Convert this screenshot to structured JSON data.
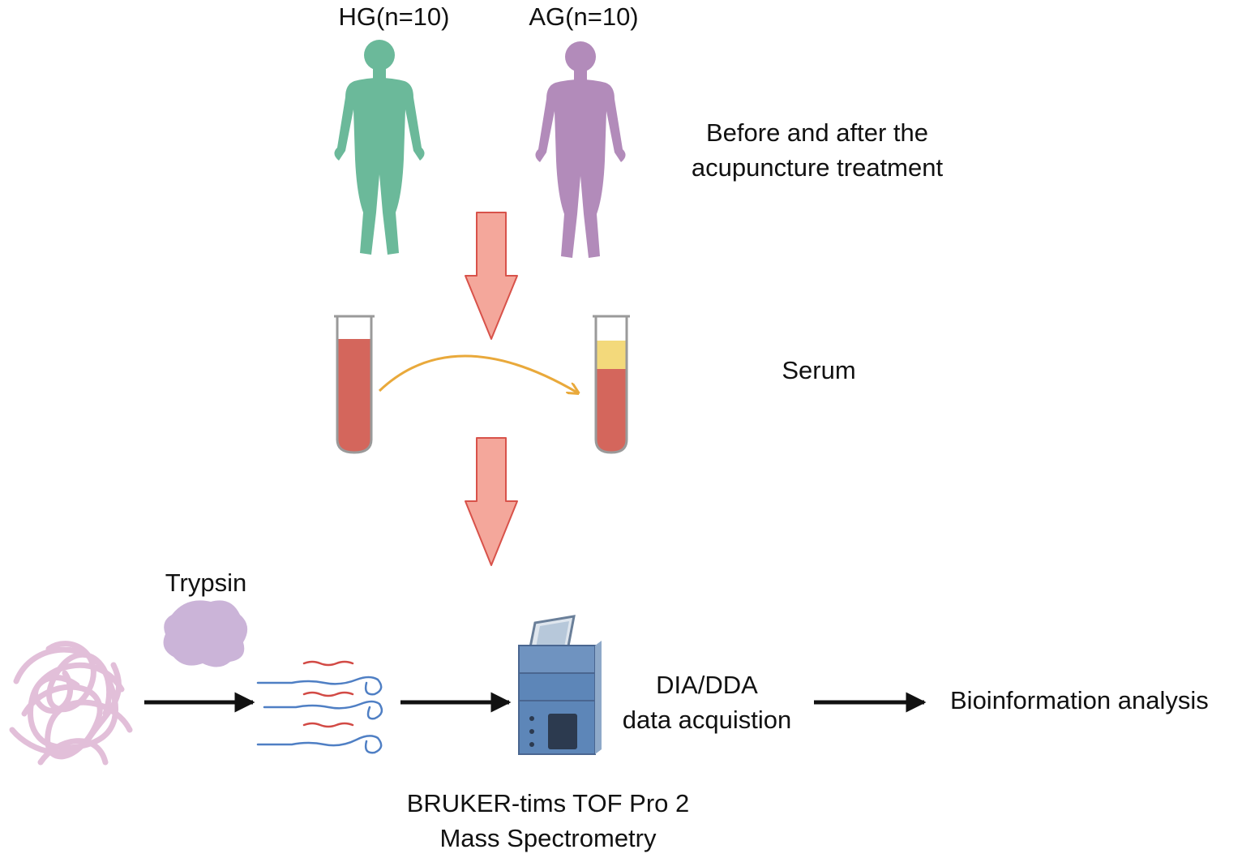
{
  "groups": [
    {
      "label": "HG(n=10)",
      "color": "#6bb99a"
    },
    {
      "label": "AG(n=10)",
      "color": "#b28bba"
    }
  ],
  "step1": {
    "line1": "Before and after the",
    "line2": "acupuncture treatment"
  },
  "step2": {
    "label": "Serum"
  },
  "digestion": {
    "enzyme_label": "Trypsin"
  },
  "acquisition": {
    "line1": "DIA/DDA",
    "line2": "data acquistion"
  },
  "analysis": {
    "label": "Bioinformation analysis"
  },
  "instrument": {
    "line1": "BRUKER-tims TOF Pro 2",
    "line2": "Mass Spectrometry"
  },
  "colors": {
    "flow_arrow": "#f4a79b",
    "flow_arrow_stroke": "#d8524a",
    "blood": "#d4665c",
    "serum_layer": "#f3d97b",
    "curved_arrow": "#e9a93b",
    "protein": "#e2bfd9",
    "trypsin": "#cbb4d8",
    "peptide_blue": "#4f7fc4",
    "peptide_red": "#d24a45",
    "ms_body": "#5d86b8"
  }
}
